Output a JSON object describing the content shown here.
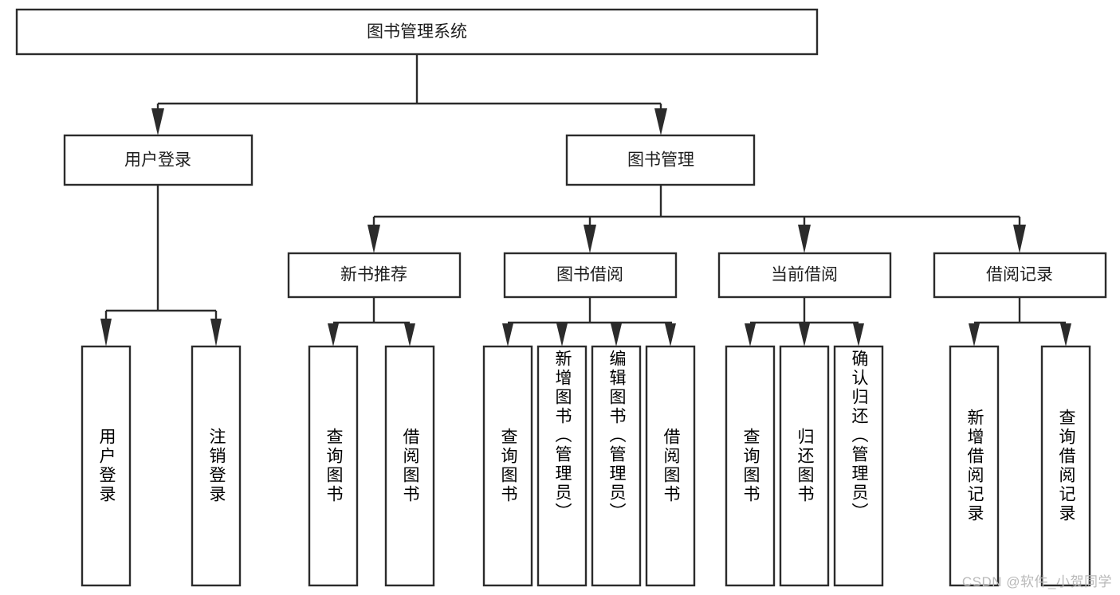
{
  "diagram": {
    "type": "tree-hierarchy",
    "title": "图书管理系统",
    "background_color": "#ffffff",
    "line_color": "#2b2b2b",
    "box_fill": "#ffffff",
    "text_color": "#1d1d1d"
  },
  "nodes": {
    "root": {
      "label": "图书管理系统",
      "level": 1,
      "orientation": "horizontal"
    },
    "l2": [
      {
        "id": "user-login",
        "label": "用户登录",
        "orientation": "horizontal"
      },
      {
        "id": "book-management",
        "label": "图书管理",
        "orientation": "horizontal"
      }
    ],
    "l3": [
      {
        "id": "new-book-recommend",
        "label": "新书推荐",
        "orientation": "horizontal"
      },
      {
        "id": "book-borrow",
        "label": "图书借阅",
        "orientation": "horizontal"
      },
      {
        "id": "current-borrow",
        "label": "当前借阅",
        "orientation": "horizontal"
      },
      {
        "id": "borrow-record",
        "label": "借阅记录",
        "orientation": "horizontal"
      }
    ],
    "leaves": [
      {
        "id": "leaf-user-login",
        "label": "用户登录",
        "parent": "user-login",
        "orientation": "vertical"
      },
      {
        "id": "leaf-logout-login",
        "label": "注销登录",
        "parent": "user-login",
        "orientation": "vertical"
      },
      {
        "id": "leaf-query-book-1",
        "label": "查询图书",
        "parent": "new-book-recommend",
        "orientation": "vertical"
      },
      {
        "id": "leaf-borrow-book-1",
        "label": "借阅图书",
        "parent": "new-book-recommend",
        "orientation": "vertical"
      },
      {
        "id": "leaf-query-book-2",
        "label": "查询图书",
        "parent": "book-borrow",
        "orientation": "vertical"
      },
      {
        "id": "leaf-add-book",
        "label": "新增图书（管理员）",
        "parent": "book-borrow",
        "orientation": "vertical"
      },
      {
        "id": "leaf-edit-book",
        "label": "编辑图书（管理员）",
        "parent": "book-borrow",
        "orientation": "vertical"
      },
      {
        "id": "leaf-borrow-book-2",
        "label": "借阅图书",
        "parent": "book-borrow",
        "orientation": "vertical"
      },
      {
        "id": "leaf-query-book-3",
        "label": "查询图书",
        "parent": "current-borrow",
        "orientation": "vertical"
      },
      {
        "id": "leaf-return-book",
        "label": "归还图书",
        "parent": "current-borrow",
        "orientation": "vertical"
      },
      {
        "id": "leaf-confirm-return",
        "label": "确认归还（管理员）",
        "parent": "current-borrow",
        "orientation": "vertical"
      },
      {
        "id": "leaf-add-record",
        "label": "新增借阅记录",
        "parent": "borrow-record",
        "orientation": "vertical"
      },
      {
        "id": "leaf-query-record",
        "label": "查询借阅记录",
        "parent": "borrow-record",
        "orientation": "vertical"
      }
    ]
  },
  "watermark": {
    "text": "CSDN @软件_小贺同学",
    "color": "#b9b9b9"
  }
}
